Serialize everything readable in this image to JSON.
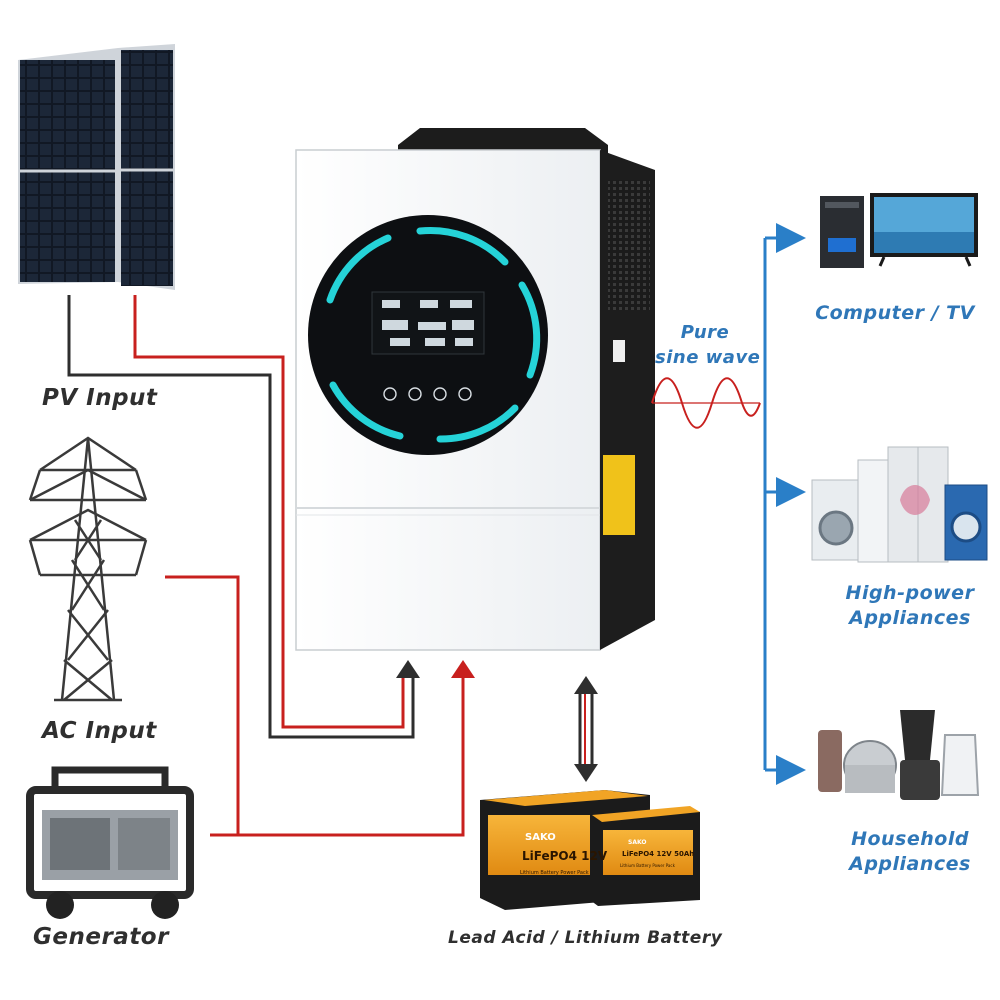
{
  "labels": {
    "pv_input": "PV Input",
    "ac_input": "AC Input",
    "generator": "Generator",
    "battery": "Lead Acid / Lithium Battery",
    "pure_sine_line1": "Pure",
    "pure_sine_line2": "sine wave",
    "computer_tv": "Computer / TV",
    "high_power_line1": "High-power",
    "high_power_line2": "Appliances",
    "household_line1": "Household",
    "household_line2": "Appliances"
  },
  "battery_text": {
    "brand": "SAKO",
    "big_model": "LiFePO4 12V",
    "big_sub": "Lithium Battery Power Pack",
    "small_brand": "SAKO",
    "small_model": "LiFePO4 12V 50Ah",
    "small_sub": "Lithium Battery Power Pack"
  },
  "colors": {
    "red_wire": "#c8201e",
    "dark_wire": "#2e2e2e",
    "blue_wire": "#2a7fc8",
    "ring_glow": "#25d3d8",
    "label_blue": "#2f77b8",
    "battery_orange": "#f2a01e"
  },
  "icons": [
    "solar-panel-icon",
    "transmission-tower-icon",
    "generator-icon",
    "inverter-icon",
    "battery-icon",
    "computer-icon",
    "tv-icon",
    "washing-machine-icon",
    "refrigerator-icon",
    "kitchen-appliances-icon"
  ]
}
